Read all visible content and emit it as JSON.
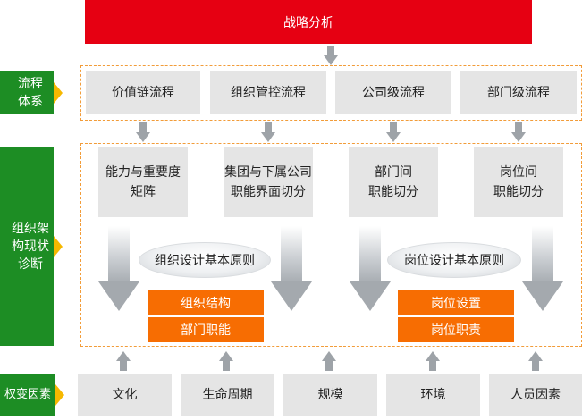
{
  "banner": {
    "title": "战略分析"
  },
  "side": {
    "process": [
      "流程",
      "体系"
    ],
    "org": [
      "组织架",
      "构现状",
      "诊断"
    ],
    "factor": [
      "权变因素"
    ]
  },
  "process_boxes": [
    "价值链流程",
    "组织管控流程",
    "公司级流程",
    "部门级流程"
  ],
  "diag_boxes": [
    [
      "能力与重要度",
      "矩阵"
    ],
    [
      "集团与下属公司",
      "职能界面切分"
    ],
    [
      "部门间",
      "职能切分"
    ],
    [
      "岗位间",
      "职能切分"
    ]
  ],
  "principles": {
    "org": "组织设计基本原则",
    "post": "岗位设计基本原则"
  },
  "outputs": {
    "org": [
      "组织结构",
      "部门职能"
    ],
    "post": [
      "岗位设置",
      "岗位职责"
    ]
  },
  "factors": [
    "文化",
    "生命周期",
    "规模",
    "环境",
    "人员因素"
  ],
  "colors": {
    "banner": "#e60012",
    "side": "#1d8d24",
    "side_arrow": "#f6b800",
    "dashed": "#f29c39",
    "gray_box": "#e5e5e5",
    "orange_box": "#f76d02"
  }
}
